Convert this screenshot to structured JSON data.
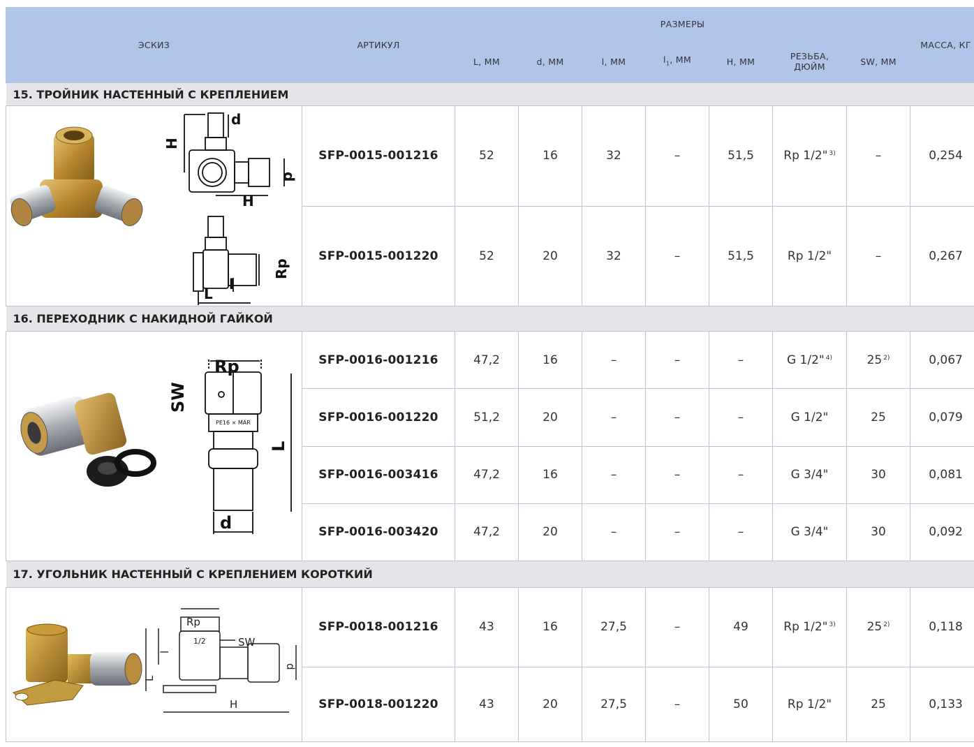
{
  "header": {
    "sketch": "ЭСКИЗ",
    "article": "АРТИКУЛ",
    "sizes": "РАЗМЕРЫ",
    "mass": "МАССА, КГ",
    "cols": {
      "L": "L, ММ",
      "d": "d, ММ",
      "l": "l, ММ",
      "l1_main": "l",
      "l1_sub": "1",
      "l1_unit": ", ММ",
      "H": "H, ММ",
      "thread_1": "РЕЗЬБА,",
      "thread_2": "ДЮЙМ",
      "SW": "SW, ММ"
    }
  },
  "sections": [
    {
      "title": "15. ТРОЙНИК НАСТЕННЫЙ С КРЕПЛЕНИЕМ",
      "drawing_labels": {
        "d_top": "d",
        "H_left": "H",
        "d_right": "d",
        "H_bottom": "H",
        "Rp": "Rp",
        "L": "L",
        "l": "l"
      },
      "rows": [
        {
          "article": "SFP-0015-001216",
          "L": "52",
          "d": "16",
          "l": "32",
          "l1": "–",
          "H": "51,5",
          "thread": "Rp 1/2\"",
          "thread_note": "3)",
          "SW": "–",
          "SW_note": "",
          "mass": "0,254"
        },
        {
          "article": "SFP-0015-001220",
          "L": "52",
          "d": "20",
          "l": "32",
          "l1": "–",
          "H": "51,5",
          "thread": "Rp 1/2\"",
          "thread_note": "",
          "SW": "–",
          "SW_note": "",
          "mass": "0,267"
        }
      ]
    },
    {
      "title": "16. ПЕРЕХОДНИК С НАКИДНОЙ ГАЙКОЙ",
      "drawing_labels": {
        "Rp": "Rp",
        "SW": "SW",
        "L": "L",
        "d": "d",
        "mark": "PE16 × MAR"
      },
      "rows": [
        {
          "article": "SFP-0016-001216",
          "L": "47,2",
          "d": "16",
          "l": "–",
          "l1": "–",
          "H": "–",
          "thread": "G 1/2\"",
          "thread_note": "4)",
          "SW": "25",
          "SW_note": "2)",
          "mass": "0,067"
        },
        {
          "article": "SFP-0016-001220",
          "L": "51,2",
          "d": "20",
          "l": "–",
          "l1": "–",
          "H": "–",
          "thread": "G 1/2\"",
          "thread_note": "",
          "SW": "25",
          "SW_note": "",
          "mass": "0,079"
        },
        {
          "article": "SFP-0016-003416",
          "L": "47,2",
          "d": "16",
          "l": "–",
          "l1": "–",
          "H": "–",
          "thread": "G 3/4\"",
          "thread_note": "",
          "SW": "30",
          "SW_note": "",
          "mass": "0,081"
        },
        {
          "article": "SFP-0016-003420",
          "L": "47,2",
          "d": "20",
          "l": "–",
          "l1": "–",
          "H": "–",
          "thread": "G 3/4\"",
          "thread_note": "",
          "SW": "30",
          "SW_note": "",
          "mass": "0,092"
        }
      ]
    },
    {
      "title": "17. УГОЛЬНИК НАСТЕННЫЙ С КРЕПЛЕНИЕМ КОРОТКИЙ",
      "drawing_labels": {
        "Rp": "Rp",
        "half": "1/2",
        "SW": "SW",
        "l": "l",
        "L": "L",
        "d": "d",
        "H": "H"
      },
      "rows": [
        {
          "article": "SFP-0018-001216",
          "L": "43",
          "d": "16",
          "l": "27,5",
          "l1": "–",
          "H": "49",
          "thread": "Rp 1/2\"",
          "thread_note": "3)",
          "SW": "25",
          "SW_note": "2)",
          "mass": "0,118"
        },
        {
          "article": "SFP-0018-001220",
          "L": "43",
          "d": "20",
          "l": "27,5",
          "l1": "–",
          "H": "50",
          "thread": "Rp 1/2\"",
          "thread_note": "",
          "SW": "25",
          "SW_note": "",
          "mass": "0,133"
        }
      ]
    }
  ],
  "colors": {
    "header_bg": "#afc6e8",
    "section_bg": "#e3e5e8",
    "border": "#b9c4d6",
    "brass": "#c59a3e",
    "steel": "#b8bcc2"
  }
}
